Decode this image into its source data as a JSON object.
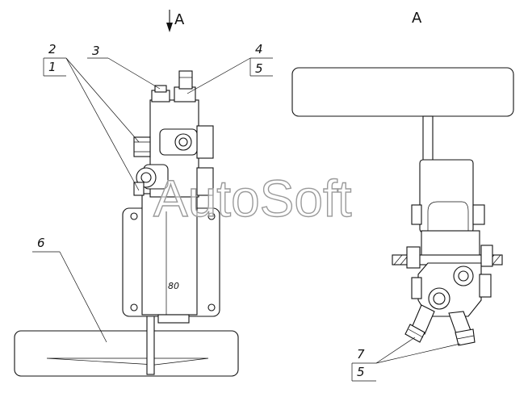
{
  "view_labels": {
    "arrow_view": "A",
    "section_view": "A"
  },
  "callouts": {
    "c2": "2",
    "c1": "1",
    "c3": "3",
    "c4": "4",
    "c5_top": "5",
    "c6": "6",
    "c7": "7",
    "c5_bottom": "5"
  },
  "body_marking": "80",
  "watermark": "AutoSoft"
}
